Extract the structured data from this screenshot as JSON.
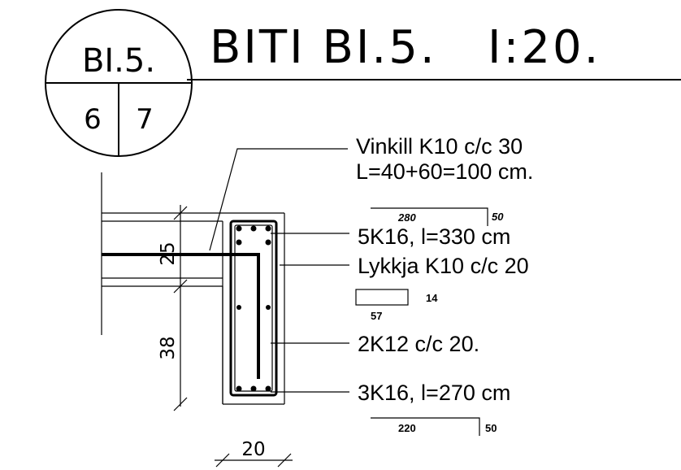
{
  "title": "BITI BI.5.   I:20.",
  "badge": {
    "label": "BI.5.",
    "sheet_left": "6",
    "sheet_right": "7"
  },
  "callouts": {
    "stirrup_angle_line1": "Vinkill K10 c/c 30",
    "stirrup_angle_line2": "L=40+60=100 cm.",
    "top_bars": "5K16, l=330 cm",
    "top_bars_length_main": "280",
    "top_bars_length_hook": "50",
    "stirrup": "Lykkja K10 c/c 20",
    "stirrup_width": "57",
    "stirrup_height": "14",
    "side_bars": "2K12 c/c 20.",
    "bottom_bars": "3K16, l=270 cm",
    "bottom_bars_length_main": "220",
    "bottom_bars_length_hook": "50"
  },
  "dimensions": {
    "slab_thickness": "25",
    "beam_drop": "38",
    "beam_width": "20"
  }
}
